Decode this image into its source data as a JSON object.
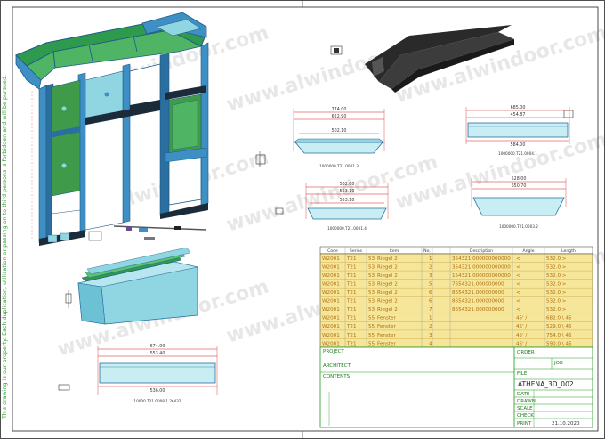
{
  "side_note": "This drawing is our property. Each duplication, utilisation or passing on to third persons is forbidden and will be pursued.",
  "watermark": "www.alwindoor.com",
  "table": {
    "headers": [
      "Code",
      "Series",
      "Item",
      "No.",
      "Description",
      "Angle",
      "Length"
    ],
    "rows": [
      [
        "W2001",
        "T21",
        "53",
        "Riegel 2",
        "1",
        "354321.000000000000",
        "<",
        "532.0 >"
      ],
      [
        "W2001",
        "T21",
        "53",
        "Riegel 2",
        "2",
        "354321.000000000000",
        "<",
        "532.0 >"
      ],
      [
        "W2001",
        "T21",
        "53",
        "Riegel 2",
        "3",
        "154321.000000000000",
        "<",
        "532.0 >"
      ],
      [
        "W2001",
        "T21",
        "53",
        "Riegel 2",
        "5",
        "7654321.000000000",
        "<",
        "532.0 >"
      ],
      [
        "W2001",
        "T21",
        "53",
        "Riegel 2",
        "6",
        "8654321.000000000",
        "<",
        "532.0 >"
      ],
      [
        "W2001",
        "T21",
        "53",
        "Riegel 2",
        "6",
        "8654321.000000000",
        "<",
        "532.0 >"
      ],
      [
        "W2001",
        "T21",
        "53",
        "Riegel 2",
        "7",
        "8654321.000000000",
        "<",
        "532.0 >"
      ],
      [
        "W2001",
        "T21",
        "55",
        "Fenster",
        "1",
        "",
        "45' /",
        "682.0 \\ 45"
      ],
      [
        "W2001",
        "T21",
        "55",
        "Fenster",
        "2",
        "",
        "45' /",
        "529.0 \\ 45"
      ],
      [
        "W2001",
        "T21",
        "55",
        "Fenster",
        "3",
        "",
        "45' /",
        "754.0 \\ 45"
      ],
      [
        "W2001",
        "T21",
        "55",
        "Fenster",
        "4",
        "",
        "45' /",
        "590.0 \\ 45"
      ]
    ]
  },
  "title_block": {
    "project": "PROJECT",
    "architect": "ARCHITECT",
    "contents": "CONTENTS",
    "order": "ORDER",
    "job_no": "JOB",
    "file": "FILE",
    "file_name": "ATHENA_3D_002",
    "date": "DATE",
    "drawn": "DRAWN",
    "scale": "SCALE",
    "check": "CHECK",
    "print": "PRINT",
    "print_date": "21.10.2020"
  },
  "dimensions": {
    "d1_top": "774.00",
    "d1_mid": "622.90",
    "d1_bot": "502.10",
    "d1_cap": "1000000.T21.0001.3",
    "d2_top": "685.00",
    "d2_mid": "454.87",
    "d2_bot": "584.00",
    "d2_cap": "1000000.T21.0004.1",
    "d3_top": "502.00",
    "d3_mid": "553.10",
    "d3_bot": "553.10",
    "d3_cap": "1000000.T21.0001.4",
    "d4_top": "528.00",
    "d4_mid": "650.70",
    "d4_cap": "1000000.T21.0003.2",
    "d5_top": "674.00",
    "d5_mid": "553.40",
    "d5_bot": "536.00",
    "d5_cap": "10000.T21.0008.1.26432"
  },
  "colors": {
    "frame_blue": "#3d8fc4",
    "glass_green": "#3f9a4a",
    "panel_cyan": "#8fd6e2",
    "dim_red": "#d42020",
    "table_fill": "#f6e69a",
    "title_green": "#1a9a1a"
  }
}
